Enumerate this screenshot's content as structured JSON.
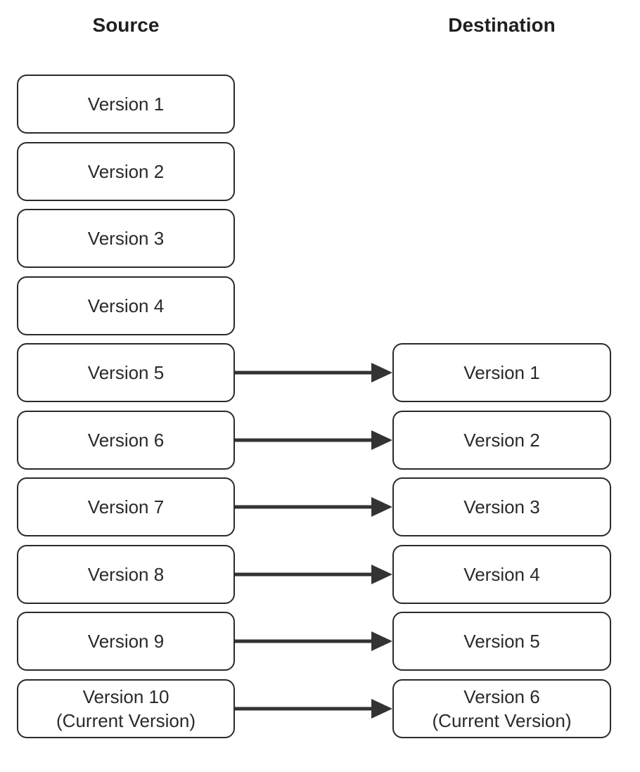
{
  "headers": {
    "source": "Source",
    "destination": "Destination"
  },
  "source": [
    {
      "line1": "Version 1",
      "line2": ""
    },
    {
      "line1": "Version 2",
      "line2": ""
    },
    {
      "line1": "Version 3",
      "line2": ""
    },
    {
      "line1": "Version 4",
      "line2": ""
    },
    {
      "line1": "Version 5",
      "line2": ""
    },
    {
      "line1": "Version 6",
      "line2": ""
    },
    {
      "line1": "Version 7",
      "line2": ""
    },
    {
      "line1": "Version 8",
      "line2": ""
    },
    {
      "line1": "Version 9",
      "line2": ""
    },
    {
      "line1": "Version 10",
      "line2": "(Current Version)"
    }
  ],
  "destination": [
    {
      "line1": "Version 1",
      "line2": ""
    },
    {
      "line1": "Version 2",
      "line2": ""
    },
    {
      "line1": "Version 3",
      "line2": ""
    },
    {
      "line1": "Version 4",
      "line2": ""
    },
    {
      "line1": "Version 5",
      "line2": ""
    },
    {
      "line1": "Version 6",
      "line2": "(Current Version)"
    }
  ],
  "connections": [
    {
      "from": 4,
      "to": 0
    },
    {
      "from": 5,
      "to": 1
    },
    {
      "from": 6,
      "to": 2
    },
    {
      "from": 7,
      "to": 3
    },
    {
      "from": 8,
      "to": 4
    },
    {
      "from": 9,
      "to": 5
    }
  ],
  "colors": {
    "border": "#2a2a2a",
    "arrow": "#333333",
    "text": "#2a2a2a",
    "background": "#ffffff"
  }
}
